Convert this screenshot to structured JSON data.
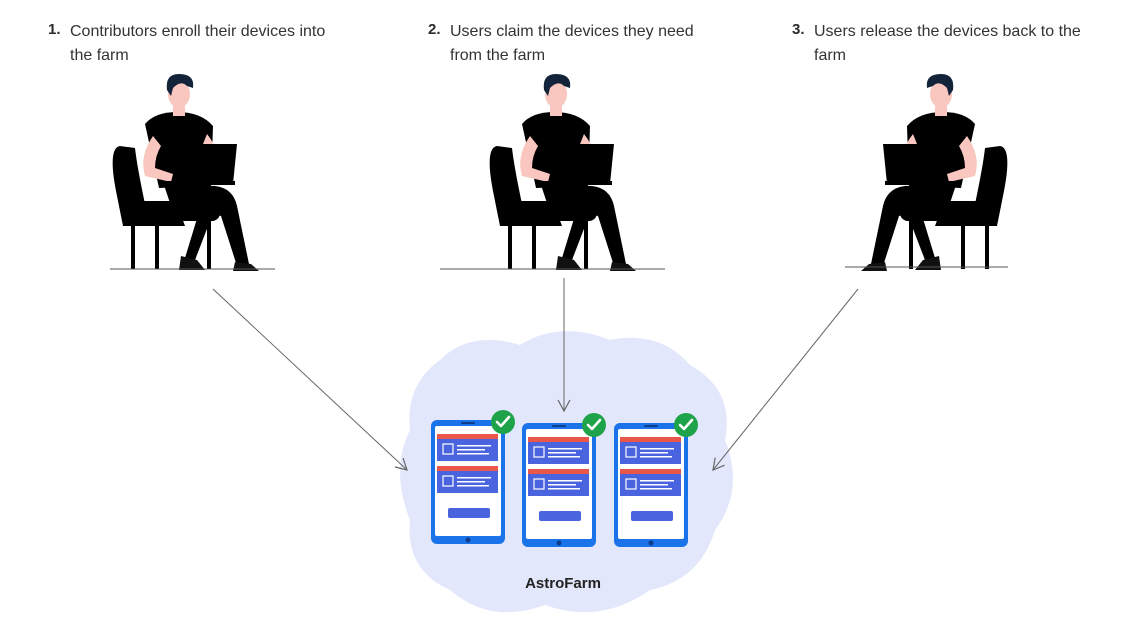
{
  "steps": [
    {
      "num": "1.",
      "text": "Contributors enroll their devices into the farm"
    },
    {
      "num": "2.",
      "text": "Users claim the devices they need from the farm"
    },
    {
      "num": "3.",
      "text": "Users release the devices back to the farm"
    }
  ],
  "farm": {
    "label": "AstroFarm"
  },
  "people": [
    {
      "role": "contributor",
      "shirt_color": "#f25555"
    },
    {
      "role": "user-claiming",
      "shirt_color": "#6f8fe8"
    },
    {
      "role": "user-releasing",
      "shirt_color": "#f5a33c"
    }
  ],
  "colors": {
    "chair": "#2f4fc4",
    "laptop": "#23238a",
    "cloud": "#e2e7fb",
    "phone": "#1a73e8",
    "card_header": "#e9574b",
    "card": "#4a64e0",
    "check": "#1ea34a",
    "arrow": "#666666"
  },
  "devices": [
    {
      "icon": "phone-icon",
      "status": "check-icon"
    },
    {
      "icon": "phone-icon",
      "status": "check-icon"
    },
    {
      "icon": "phone-icon",
      "status": "check-icon"
    }
  ]
}
